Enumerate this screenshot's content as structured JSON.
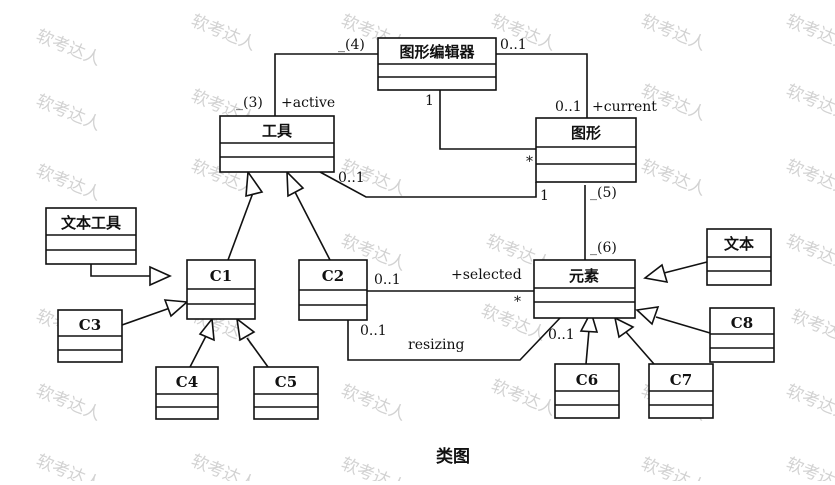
{
  "diagram": {
    "caption": "类图",
    "watermark": "软考达人",
    "classes": {
      "graph_editor": "图形编辑器",
      "tool": "工具",
      "figure": "图形",
      "text_tool": "文本工具",
      "c1": "C1",
      "c2": "C2",
      "c3": "C3",
      "c4": "C4",
      "c5": "C5",
      "element": "元素",
      "text": "文本",
      "c6": "C6",
      "c7": "C7",
      "c8": "C8"
    },
    "labels": {
      "blank4": "_(4)",
      "mult_editor_figure": "0..1",
      "blank3": "_(3)",
      "role_active": "+active",
      "mult_editor_1": "1",
      "mult_figure_current": "0..1",
      "role_current": "+current",
      "mult_star_figure": "*",
      "mult_tool_figure": "0..1",
      "mult_one_figure": "1",
      "blank5": "_(5)",
      "blank6": "_(6)",
      "mult_c2_selected": "0..1",
      "role_selected": "+selected",
      "mult_star_element": "*",
      "mult_c2_resizing": "0..1",
      "role_resizing": "resizing",
      "mult_element_resizing": "0..1"
    }
  }
}
